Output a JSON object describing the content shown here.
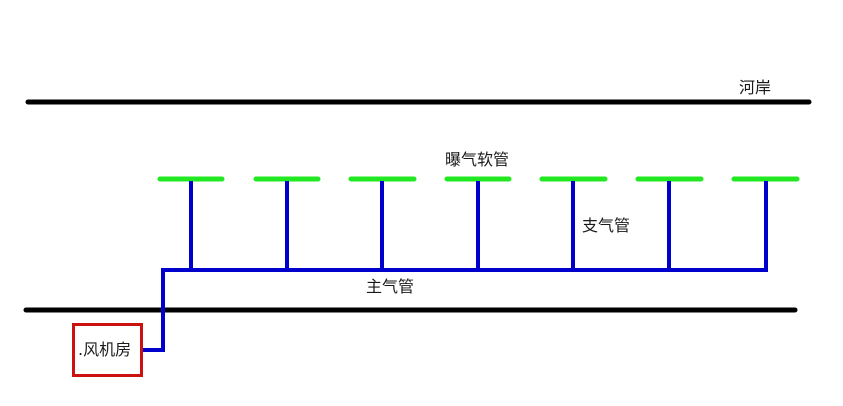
{
  "labels": {
    "river_bank": "河岸",
    "aeration_hose": "曝气软管",
    "branch_pipe": "支气管",
    "main_pipe": "主气管",
    "blower_room": ".风机房"
  },
  "colors": {
    "bank_line": "#000000",
    "pipe": "#0000cc",
    "aeration_hose": "#22e822",
    "blower_room_border": "#cc1111",
    "text": "#1a1a1a"
  }
}
